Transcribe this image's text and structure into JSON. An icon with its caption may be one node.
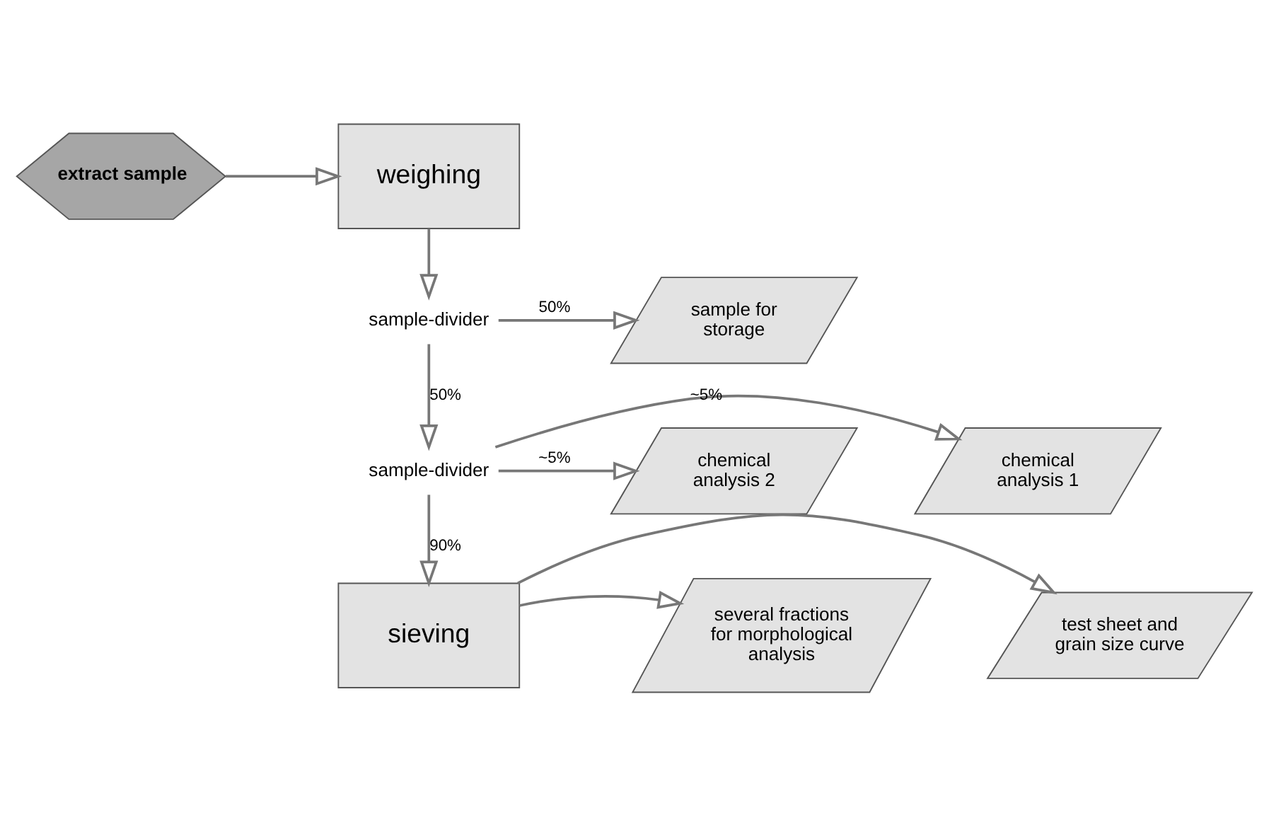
{
  "diagram": {
    "nodes": [
      {
        "text": [
          "extract sample"
        ]
      },
      {
        "text": [
          "weighing"
        ]
      },
      {
        "text": [
          "sample-divider"
        ]
      },
      {
        "text": [
          "sample for storage"
        ]
      },
      {
        "text": [
          "chemical analysis 1"
        ]
      },
      {
        "text": [
          "sample-divider"
        ]
      },
      {
        "text": [
          "chemical analysis 2"
        ]
      },
      {
        "text": [
          "sieving"
        ]
      },
      {
        "text": [
          "test sheet and grain size curve"
        ]
      },
      {
        "text": [
          "several fractions for morphological analysis"
        ]
      }
    ],
    "edges": [
      {
        "from": 0,
        "to": 1,
        "arrow": "to"
      },
      {
        "from": 1,
        "to": 2,
        "arrow": "to"
      },
      {
        "from": 2,
        "to": 3,
        "arrow": "to",
        "label": "50%"
      },
      {
        "from": 2,
        "to": 5,
        "arrow": "to",
        "label": "50%"
      },
      {
        "from": 5,
        "to": 4,
        "arrow": "to",
        "label": "~5%"
      },
      {
        "from": 5,
        "to": 6,
        "arrow": "to",
        "label": "~5%"
      },
      {
        "from": 5,
        "to": 7,
        "arrow": "to",
        "label": "90%"
      },
      {
        "from": 7,
        "to": 8,
        "arrow": "to"
      },
      {
        "from": 7,
        "to": 9,
        "arrow": "to"
      }
    ]
  }
}
